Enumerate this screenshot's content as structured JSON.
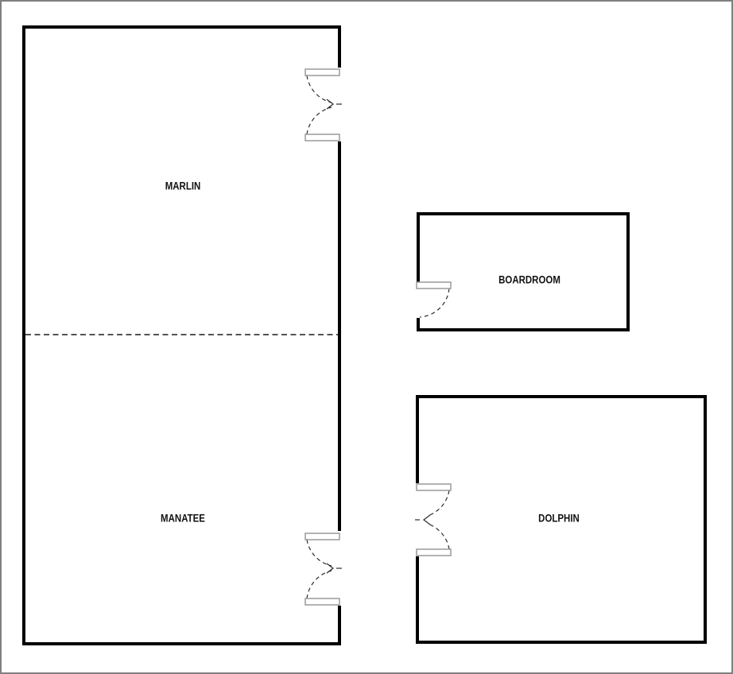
{
  "rooms": [
    {
      "name": "marlin",
      "label": "MARLIN"
    },
    {
      "name": "manatee",
      "label": "MANATEE"
    },
    {
      "name": "boardroom",
      "label": "BOARDROOM"
    },
    {
      "name": "dolphin",
      "label": "DOLPHIN"
    }
  ],
  "colors": {
    "wall": "#000000",
    "divider": "#1a1a1a",
    "door_leaf_fill": "#ffffff",
    "door_leaf_border": "#9a9a9a",
    "swing_arc": "#2b2b2b",
    "outer_border": "#808080",
    "background": "#ffffff",
    "label_text": "#111111"
  }
}
